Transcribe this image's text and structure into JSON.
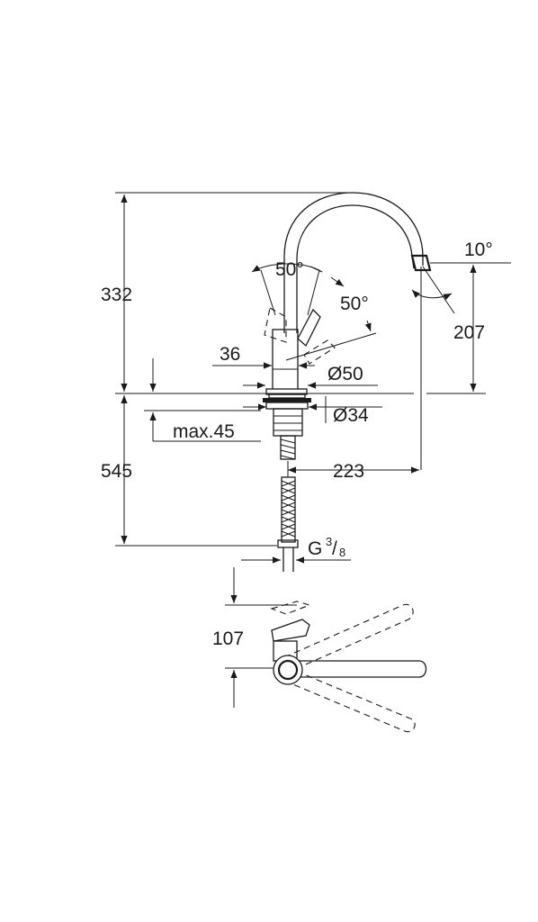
{
  "dimensions": {
    "total_height": "332",
    "lever_angle_front": "50°",
    "lever_angle_side": "50°",
    "spout_tilt": "10°",
    "spout_height": "207",
    "body_width": "36",
    "base_diameter": "Ø50",
    "hole_diameter": "Ø34",
    "max_deck": "max.45",
    "below_deck": "545",
    "spout_reach": "223",
    "connection_letter": "G",
    "connection_num": "3",
    "connection_den": "8",
    "lever_clearance": "107"
  }
}
